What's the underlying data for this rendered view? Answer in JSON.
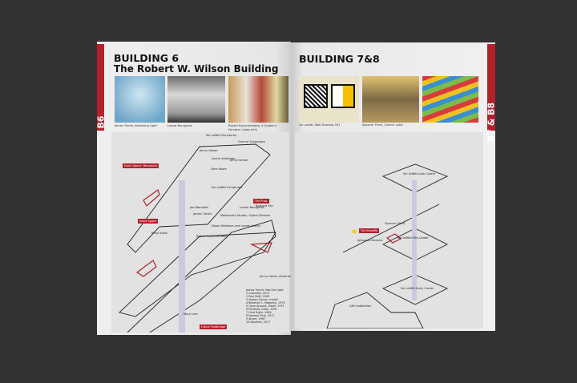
{
  "left_page": {
    "tab": "B6",
    "title": "BUILDING 6",
    "subtitle": "The Robert W. Wilson Building",
    "captions": [
      "James Turrell, Breathing Light",
      "Louise Bourgeois",
      "Robert Rauschenberg, A Quake in Paradise (Labyrinth)"
    ],
    "map_labels": [
      "Sol LeWitt Structures",
      "Gunnar Schonbeck",
      "Jenny Holzer",
      "Laurie Anderson",
      "Jenny Kerbel",
      "Dark Room",
      "Sol LeWitt Sculptures",
      "Barbara Ess",
      "Louise Bourgeois",
      "Joe Wardwell",
      "James Turrell",
      "Matanicola Studio / Optics Division",
      "Dawn Dedeaux and Lonnie Holley",
      "Robert Rauschenberg",
      "Beryl Korot",
      "Jenny Holzer (Exterior)",
      "James Turrell, Into the Light",
      "Mary Lum"
    ],
    "red_labels": [
      "Event Space: Mezzanine",
      "The Prow",
      "Event Space",
      "Future Footbridge"
    ],
    "turrell_list": [
      "1  Guardian, 2017",
      "2  Red Shift, 1995",
      "3  Avalon Corner, model",
      "4  Beatrice C. Magenta, 1970",
      "5  Once Around, Violet, 1971",
      "6  Perfectly Clear, 1991",
      "7  Hind Sight, 1984",
      "8  Raemar Pink, 2017",
      "9  Afrum, 1967",
      "10 Dovetail, 2017"
    ]
  },
  "right_page": {
    "tab": "B7 & B8",
    "title": "BUILDING 7&8",
    "captions": [
      "Sol Lewitt, Wall Drawing 391",
      "Spencer Finch, Cosmic Latte",
      ""
    ],
    "map_labels": [
      "Sol LeWitt Late Career",
      "Spencer Finch",
      "Sol LeWitt Mid-Career",
      "Johannes Brahms",
      "Sol LeWitt Early Career",
      "Gift Installation"
    ],
    "red_labels": [
      "The Kimelife"
    ]
  },
  "colors": {
    "accent": "#b3202a",
    "background": "#323233"
  }
}
